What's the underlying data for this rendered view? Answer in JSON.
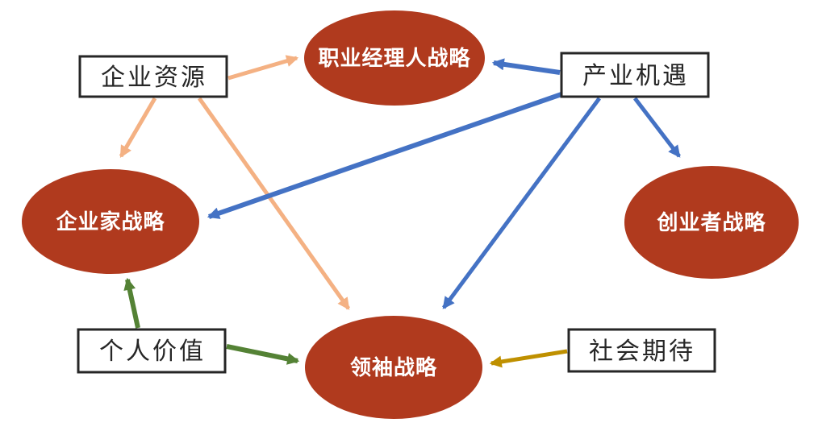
{
  "colors": {
    "background": "#FFFFFF",
    "node_fill": "#B03A1E",
    "box_border": "#262626",
    "box_text": "#262626",
    "ellipse_text": "#FFFFFF",
    "arrow_orange": "#F4B183",
    "arrow_blue": "#4472C4",
    "arrow_green": "#548235",
    "arrow_gold": "#BF9000"
  },
  "nodes": {
    "enterprise_resources": {
      "label": "企业资源",
      "shape": "rectangle"
    },
    "industry_opportunity": {
      "label": "产业机遇",
      "shape": "rectangle"
    },
    "personal_value": {
      "label": "个人价值",
      "shape": "rectangle"
    },
    "social_expectation": {
      "label": "社会期待",
      "shape": "rectangle"
    },
    "professional_manager_strategy": {
      "label": "职业经理人战略",
      "shape": "ellipse"
    },
    "entrepreneur_strategy": {
      "label": "企业家战略",
      "shape": "ellipse"
    },
    "founder_strategy": {
      "label": "创业者战略",
      "shape": "ellipse"
    },
    "leader_strategy": {
      "label": "领袖战略",
      "shape": "ellipse"
    }
  },
  "edges": [
    {
      "from": "enterprise_resources",
      "to": "professional_manager_strategy",
      "color": "#F4B183"
    },
    {
      "from": "enterprise_resources",
      "to": "entrepreneur_strategy",
      "color": "#F4B183"
    },
    {
      "from": "enterprise_resources",
      "to": "leader_strategy",
      "color": "#F4B183"
    },
    {
      "from": "industry_opportunity",
      "to": "professional_manager_strategy",
      "color": "#4472C4"
    },
    {
      "from": "industry_opportunity",
      "to": "entrepreneur_strategy",
      "color": "#4472C4"
    },
    {
      "from": "industry_opportunity",
      "to": "leader_strategy",
      "color": "#4472C4"
    },
    {
      "from": "industry_opportunity",
      "to": "founder_strategy",
      "color": "#4472C4"
    },
    {
      "from": "personal_value",
      "to": "entrepreneur_strategy",
      "color": "#548235"
    },
    {
      "from": "personal_value",
      "to": "leader_strategy",
      "color": "#548235"
    },
    {
      "from": "social_expectation",
      "to": "leader_strategy",
      "color": "#BF9000"
    }
  ]
}
